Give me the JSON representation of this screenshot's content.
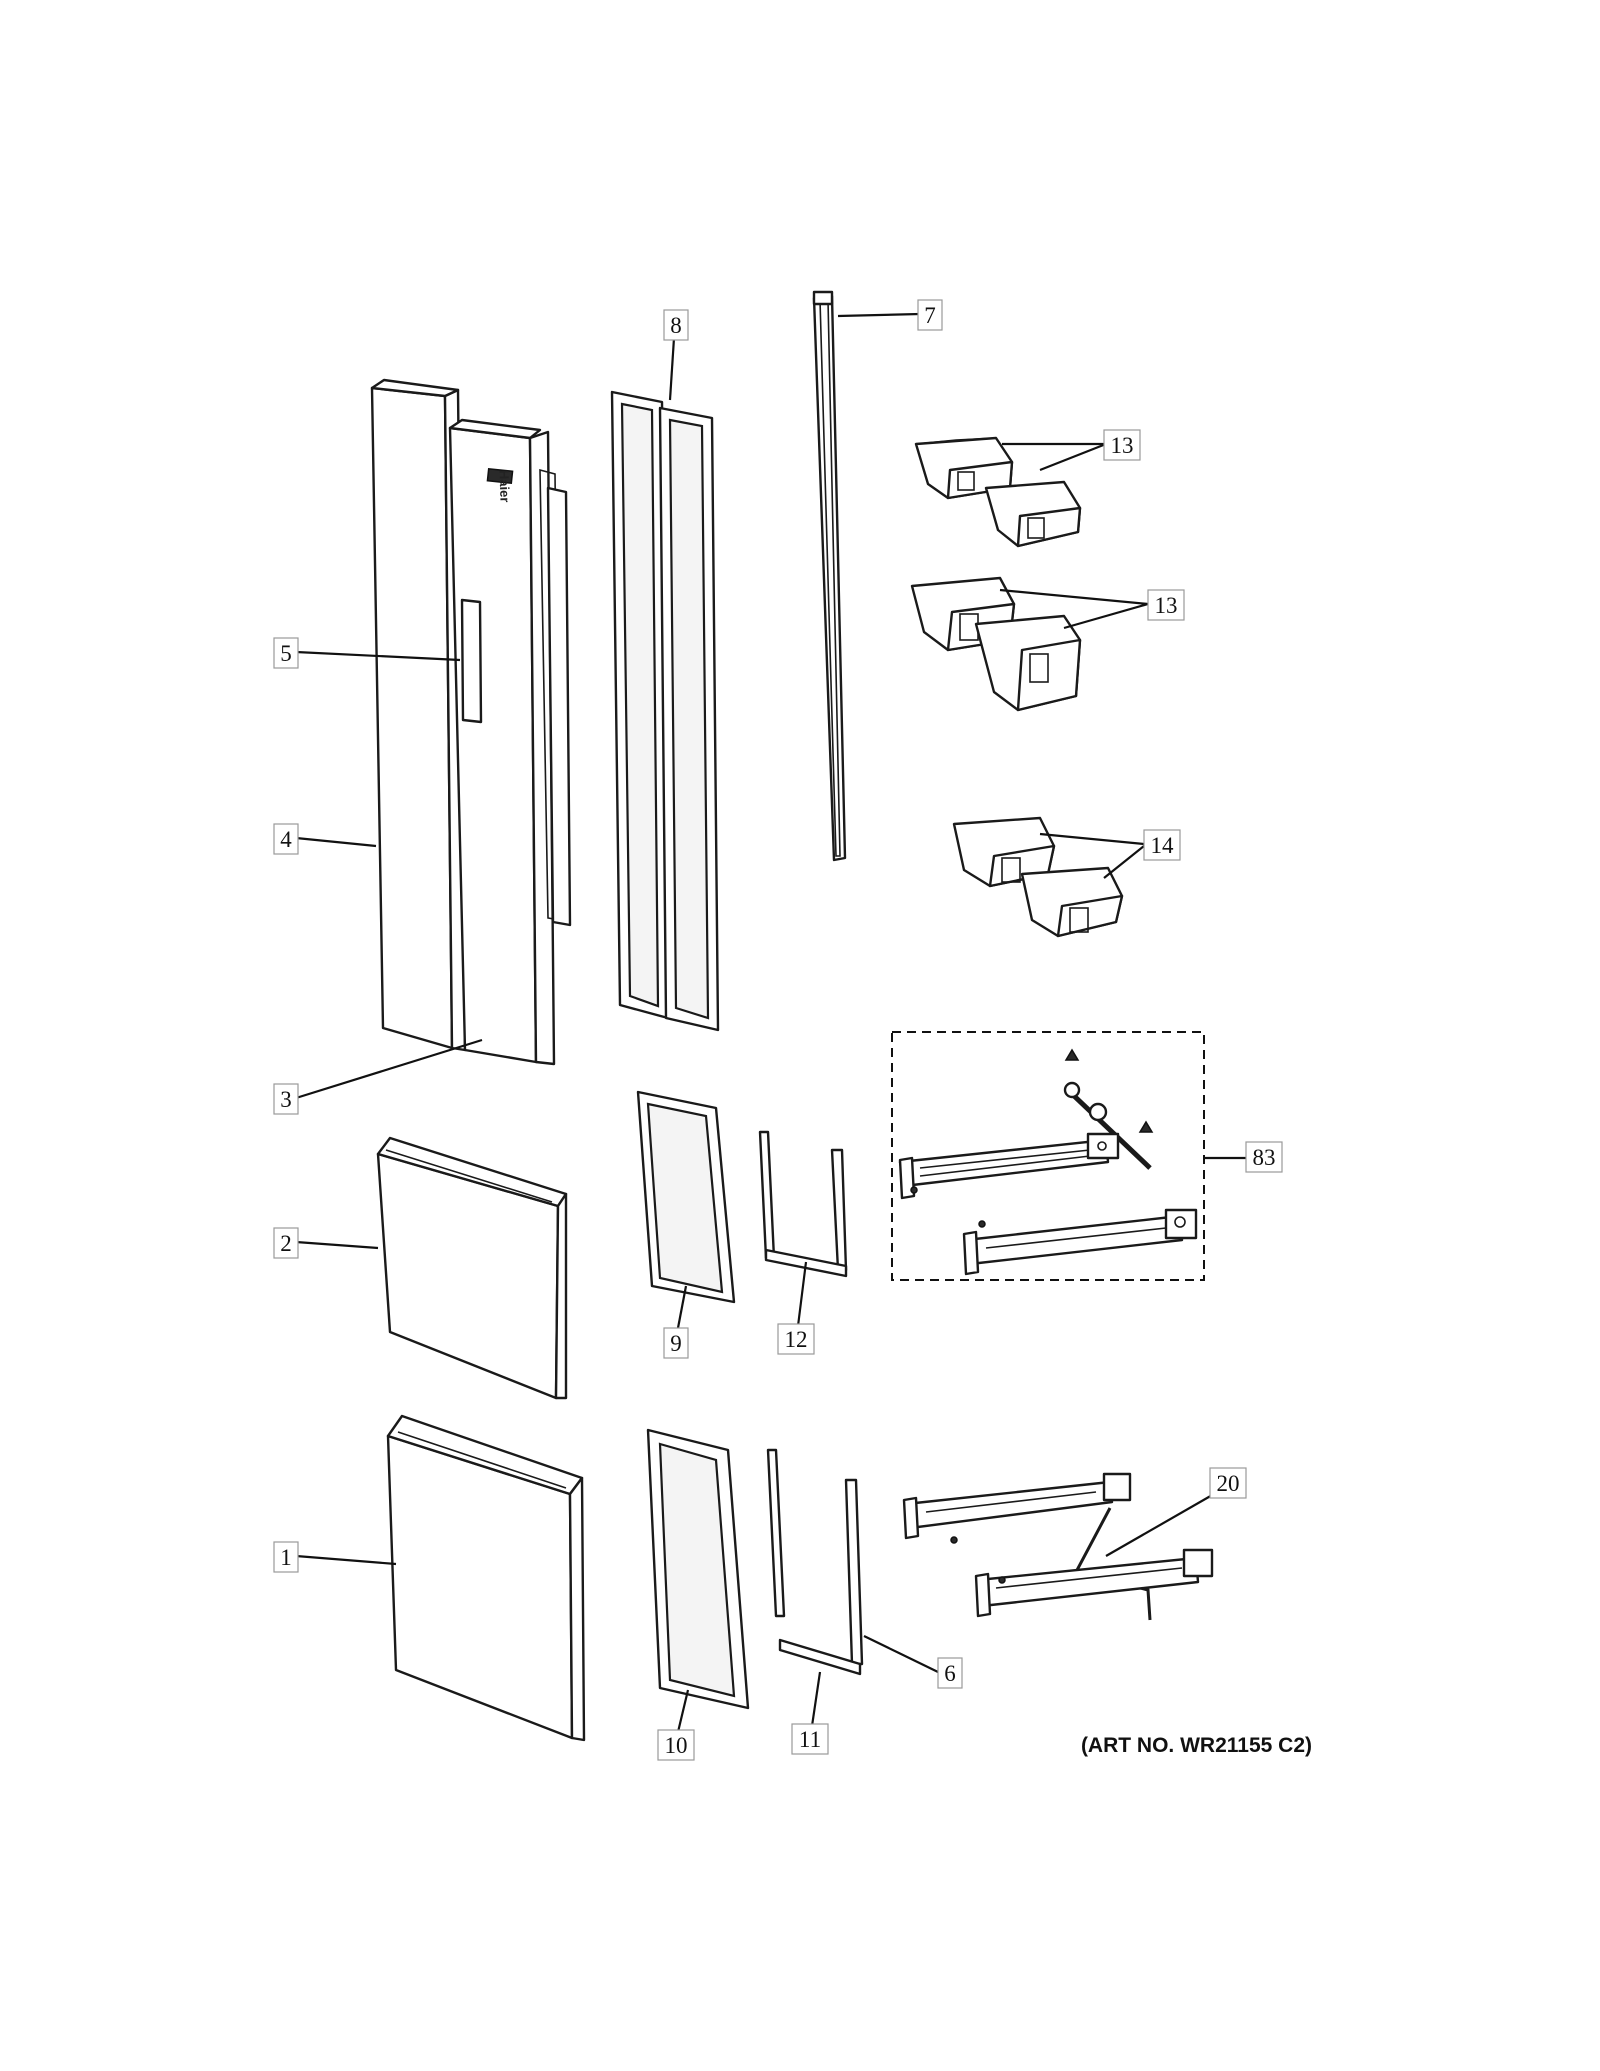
{
  "callouts": [
    {
      "id": "c7",
      "label": "7"
    },
    {
      "id": "c8",
      "label": "8"
    },
    {
      "id": "c13a",
      "label": "13"
    },
    {
      "id": "c13b",
      "label": "13"
    },
    {
      "id": "c5",
      "label": "5"
    },
    {
      "id": "c4",
      "label": "4"
    },
    {
      "id": "c14",
      "label": "14"
    },
    {
      "id": "c3",
      "label": "3"
    },
    {
      "id": "c83",
      "label": "83"
    },
    {
      "id": "c2",
      "label": "2"
    },
    {
      "id": "c9",
      "label": "9"
    },
    {
      "id": "c12",
      "label": "12"
    },
    {
      "id": "c20",
      "label": "20"
    },
    {
      "id": "c1",
      "label": "1"
    },
    {
      "id": "c6",
      "label": "6"
    },
    {
      "id": "c10",
      "label": "10"
    },
    {
      "id": "c11",
      "label": "11"
    }
  ],
  "art_number": "(ART NO. WR21155 C2)",
  "logo_text": "Haier"
}
